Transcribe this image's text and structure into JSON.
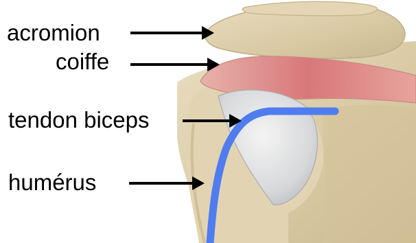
{
  "labels": {
    "acromion": "acromion",
    "coiffe": "coiffe",
    "tendon_biceps": "tendon biceps",
    "humerus": "humérus"
  },
  "colors": {
    "tendon": "#4f7df0",
    "arrow": "#000000",
    "bone": "#dccda8",
    "cartilage": "#d9dadb",
    "cuff": "#d98a8a"
  }
}
